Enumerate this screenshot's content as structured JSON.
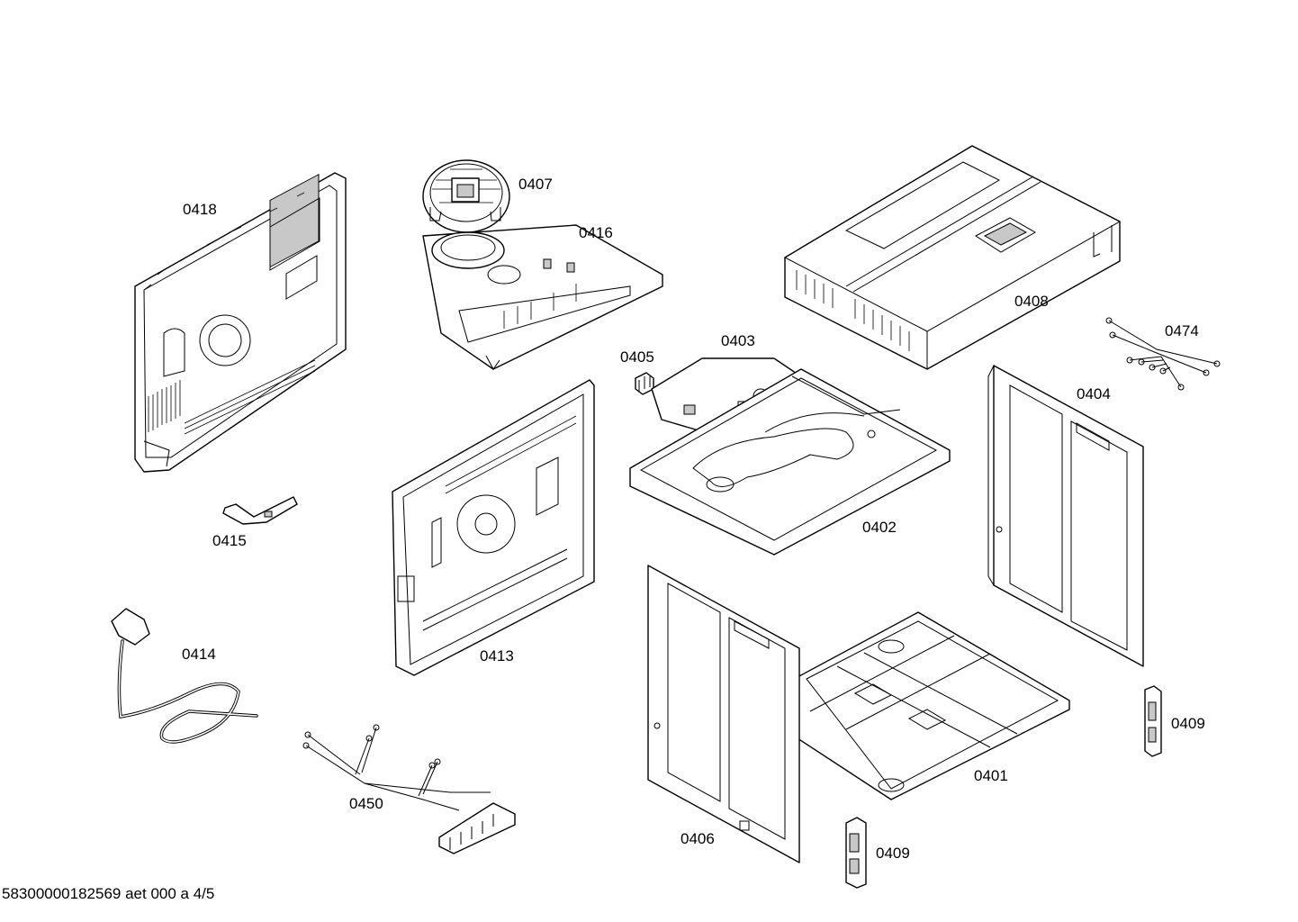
{
  "diagram": {
    "parts": [
      {
        "id": "p0418",
        "label": "0418"
      },
      {
        "id": "p0407",
        "label": "0407"
      },
      {
        "id": "p0416",
        "label": "0416"
      },
      {
        "id": "p0408",
        "label": "0408"
      },
      {
        "id": "p0474",
        "label": "0474"
      },
      {
        "id": "p0405",
        "label": "0405"
      },
      {
        "id": "p0403",
        "label": "0403"
      },
      {
        "id": "p0404",
        "label": "0404"
      },
      {
        "id": "p0402",
        "label": "0402"
      },
      {
        "id": "p0415",
        "label": "0415"
      },
      {
        "id": "p0413",
        "label": "0413"
      },
      {
        "id": "p0414",
        "label": "0414"
      },
      {
        "id": "p0409a",
        "label": "0409"
      },
      {
        "id": "p0401",
        "label": "0401"
      },
      {
        "id": "p0450",
        "label": "0450"
      },
      {
        "id": "p0406",
        "label": "0406"
      },
      {
        "id": "p0409b",
        "label": "0409"
      }
    ],
    "footer": "58300000182569 aet 000 a 4/5"
  }
}
